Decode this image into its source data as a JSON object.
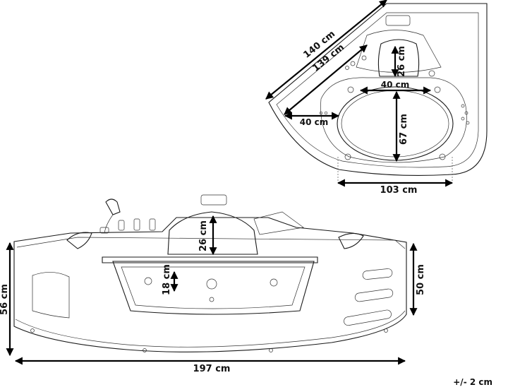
{
  "dimensions": {
    "top_length_outer": "140 cm",
    "top_length_inner": "139 cm",
    "top_headrest_depth": "26 cm",
    "top_headrest_width": "40 cm",
    "top_side_width": "40 cm",
    "top_basin_length": "67 cm",
    "top_basin_width": "103 cm",
    "front_headrest_height": "26 cm",
    "front_window_height": "18 cm",
    "front_total_height": "56 cm",
    "front_side_height": "50 cm",
    "front_total_width": "197 cm"
  },
  "tolerance": "+/- 2 cm",
  "colors": {
    "line": "#1a1a1a",
    "arrow": "#000000",
    "background": "#ffffff"
  }
}
